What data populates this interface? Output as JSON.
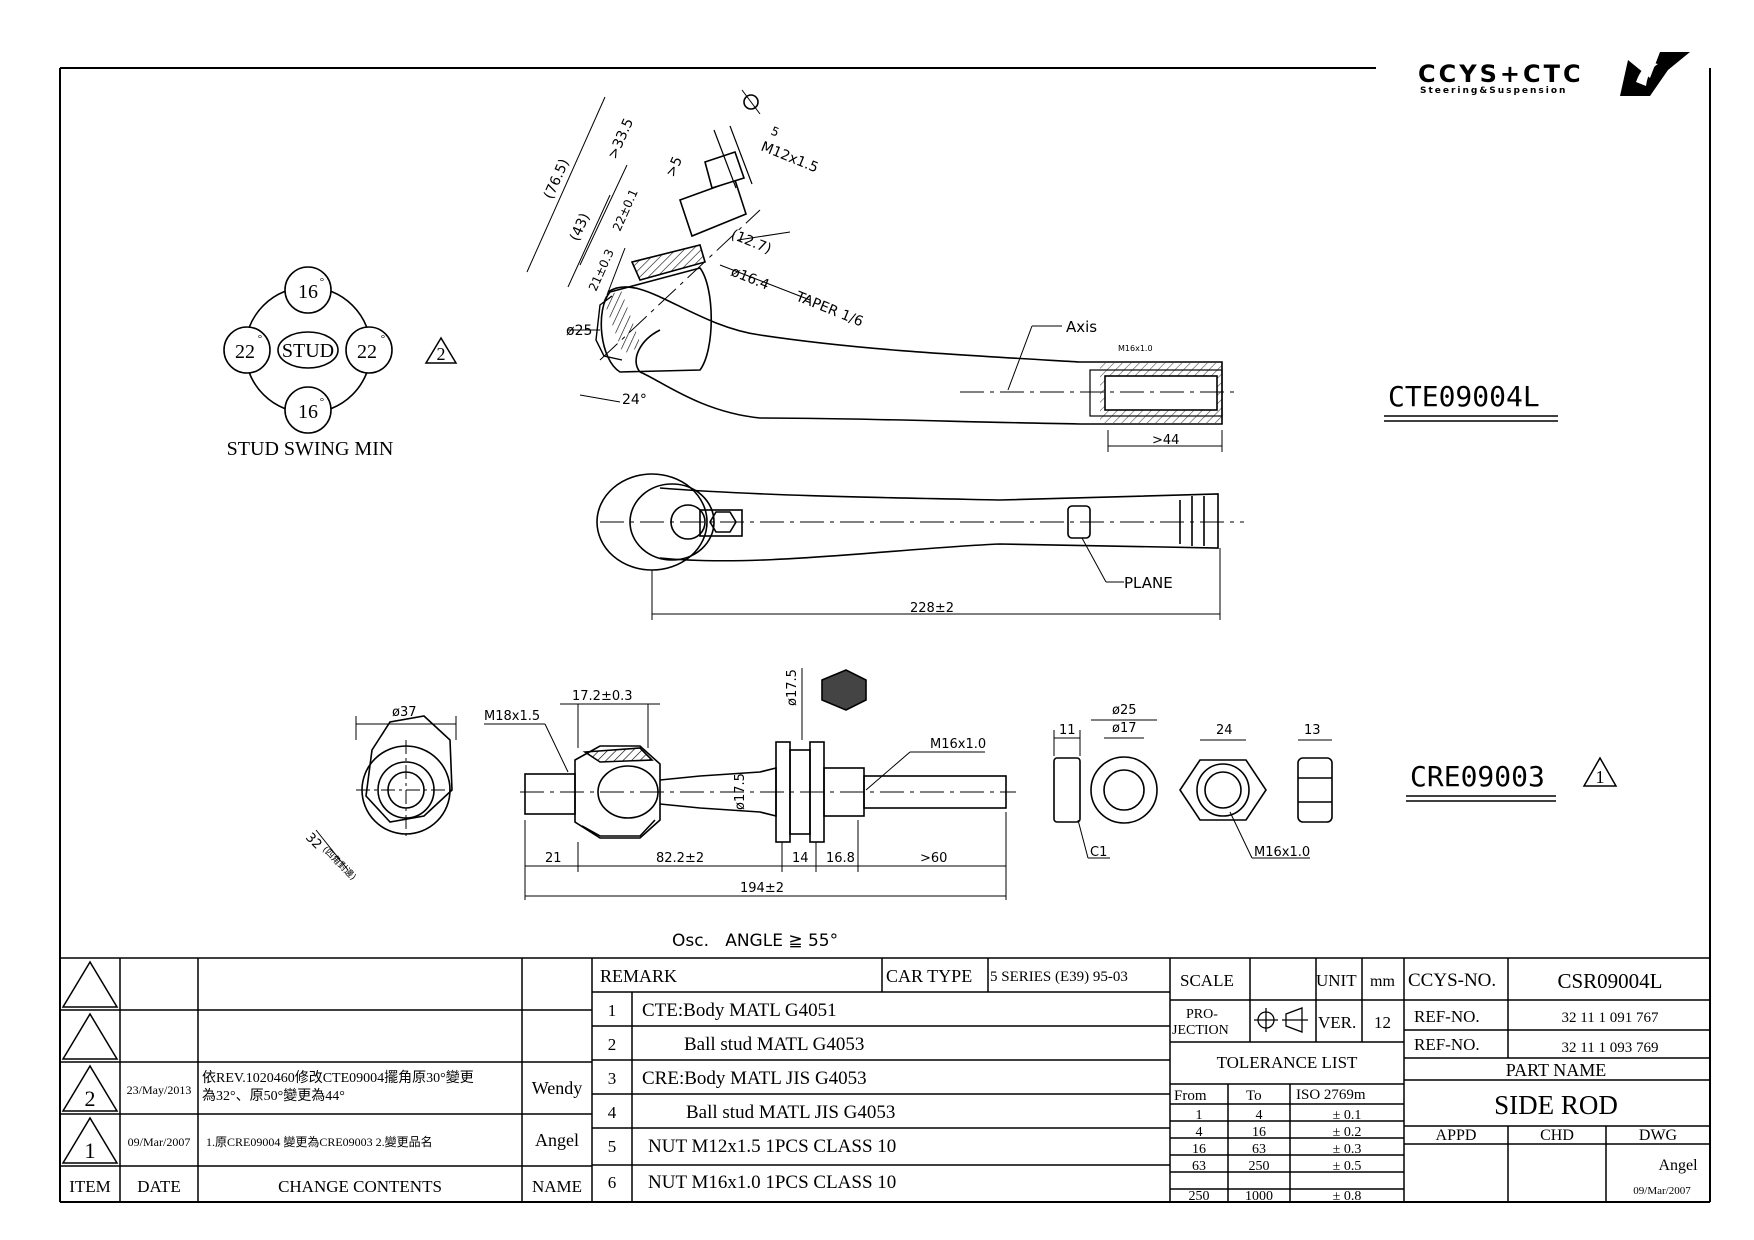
{
  "logo": {
    "brand": "CCYS+CTC",
    "tagline": "Steering&Suspension"
  },
  "swing": {
    "stud": "STUD",
    "top": "16",
    "bottom": "16",
    "left": "22",
    "right": "22",
    "degree": "°",
    "label": "STUD SWING MIN",
    "rev_mark": "2"
  },
  "top_view": {
    "dims": {
      "d76_5": "(76.5)",
      "d33_5": ">33.5",
      "d43": "(43)",
      "d22": "22±0.1",
      "d21": "21±0.3",
      "d5": ">5",
      "d5b": "5",
      "thread": "M12x1.5",
      "d12_7": "(12.7)",
      "taper": "TAPER 1/6",
      "dia16": "ø16.4",
      "d25": "ø25",
      "angle": "24°",
      "axis": "Axis",
      "m16": "M16x1.0",
      "d44": ">44"
    },
    "part_no": "CTE09004L"
  },
  "mid_view": {
    "plane": "PLANE",
    "length": "228±2"
  },
  "cre_view": {
    "d37": "ø37",
    "d32": "32",
    "note_cn": "(四角對邊)",
    "m18": "M18x1.5",
    "d17_2": "17.2±0.3",
    "d17_5": "ø17.5",
    "d17_5b": "ø17.5",
    "m16": "M16x1.0",
    "seg21": "21",
    "seg82": "82.2±2",
    "seg14": "14",
    "seg16": "16.8",
    "seg60": ">60",
    "total": "194±2",
    "part_no": "CRE09003",
    "rev_mark": "1"
  },
  "parts": {
    "washer_11": "11",
    "c1": "C1",
    "d25": "ø25",
    "d17": "ø17",
    "nut24": "24",
    "nut13": "13",
    "nut_m16": "M16x1.0"
  },
  "osc": "Osc.   ANGLE ≧ 55°",
  "revisions": {
    "rows": [
      {
        "mark": "",
        "date": "",
        "content": "",
        "name": ""
      },
      {
        "mark": "",
        "date": "",
        "content": "",
        "name": ""
      },
      {
        "mark": "2",
        "date": "23/May/2013",
        "content": "依REV.1020460修改CTE09004擺角原30°變更為32°、原50°變更為44°",
        "name": "Wendy"
      },
      {
        "mark": "1",
        "date": "09/Mar/2007",
        "content": "1.原CRE09004 變更為CRE09003 2.變更品名",
        "name": "Angel"
      }
    ],
    "headers": {
      "item": "ITEM",
      "date": "DATE",
      "content": "CHANGE CONTENTS",
      "name": "NAME"
    }
  },
  "remark": {
    "title": "REMARK",
    "car_type_label": "CAR TYPE",
    "car_type": "5 SERIES (E39) 95-03",
    "items": [
      {
        "no": "1",
        "text": "CTE:Body MATL G4051"
      },
      {
        "no": "2",
        "text": "Ball stud MATL G4053"
      },
      {
        "no": "3",
        "text": "CRE:Body MATL JIS G4053"
      },
      {
        "no": "4",
        "text": "Ball stud MATL JIS G4053"
      },
      {
        "no": "5",
        "text": "NUT M12x1.5 1PCS CLASS 10"
      },
      {
        "no": "6",
        "text": "NUT M16x1.0 1PCS CLASS 10"
      }
    ]
  },
  "spec": {
    "scale": "SCALE",
    "unit": "UNIT",
    "unit_val": "mm",
    "projection": "PRO-\nJECTION",
    "proj1": "PRO-",
    "proj2": "JECTION",
    "ver": "VER.",
    "ver_val": "12",
    "tol_title": "TOLERANCE LIST",
    "tol_headers": {
      "from": "From",
      "to": "To",
      "iso": "ISO 2769m"
    },
    "tol_rows": [
      {
        "from": "1",
        "to": "4",
        "tol": "± 0.1"
      },
      {
        "from": "4",
        "to": "16",
        "tol": "± 0.2"
      },
      {
        "from": "16",
        "to": "63",
        "tol": "± 0.3"
      },
      {
        "from": "63",
        "to": "250",
        "tol": "± 0.5"
      },
      {
        "from": "250",
        "to": "1000",
        "tol": "± 0.8"
      }
    ]
  },
  "title_block": {
    "ccys_label": "CCYS-NO.",
    "ccys_no": "CSR09004L",
    "ref_label": "REF-NO.",
    "ref1": "32 11 1 091 767",
    "ref2": "32 11 1 093 769",
    "part_name_label": "PART NAME",
    "part_name": "SIDE ROD",
    "appd": "APPD",
    "chd": "CHD",
    "dwg": "DWG",
    "dwg_name": "Angel",
    "dwg_date": "09/Mar/2007"
  }
}
